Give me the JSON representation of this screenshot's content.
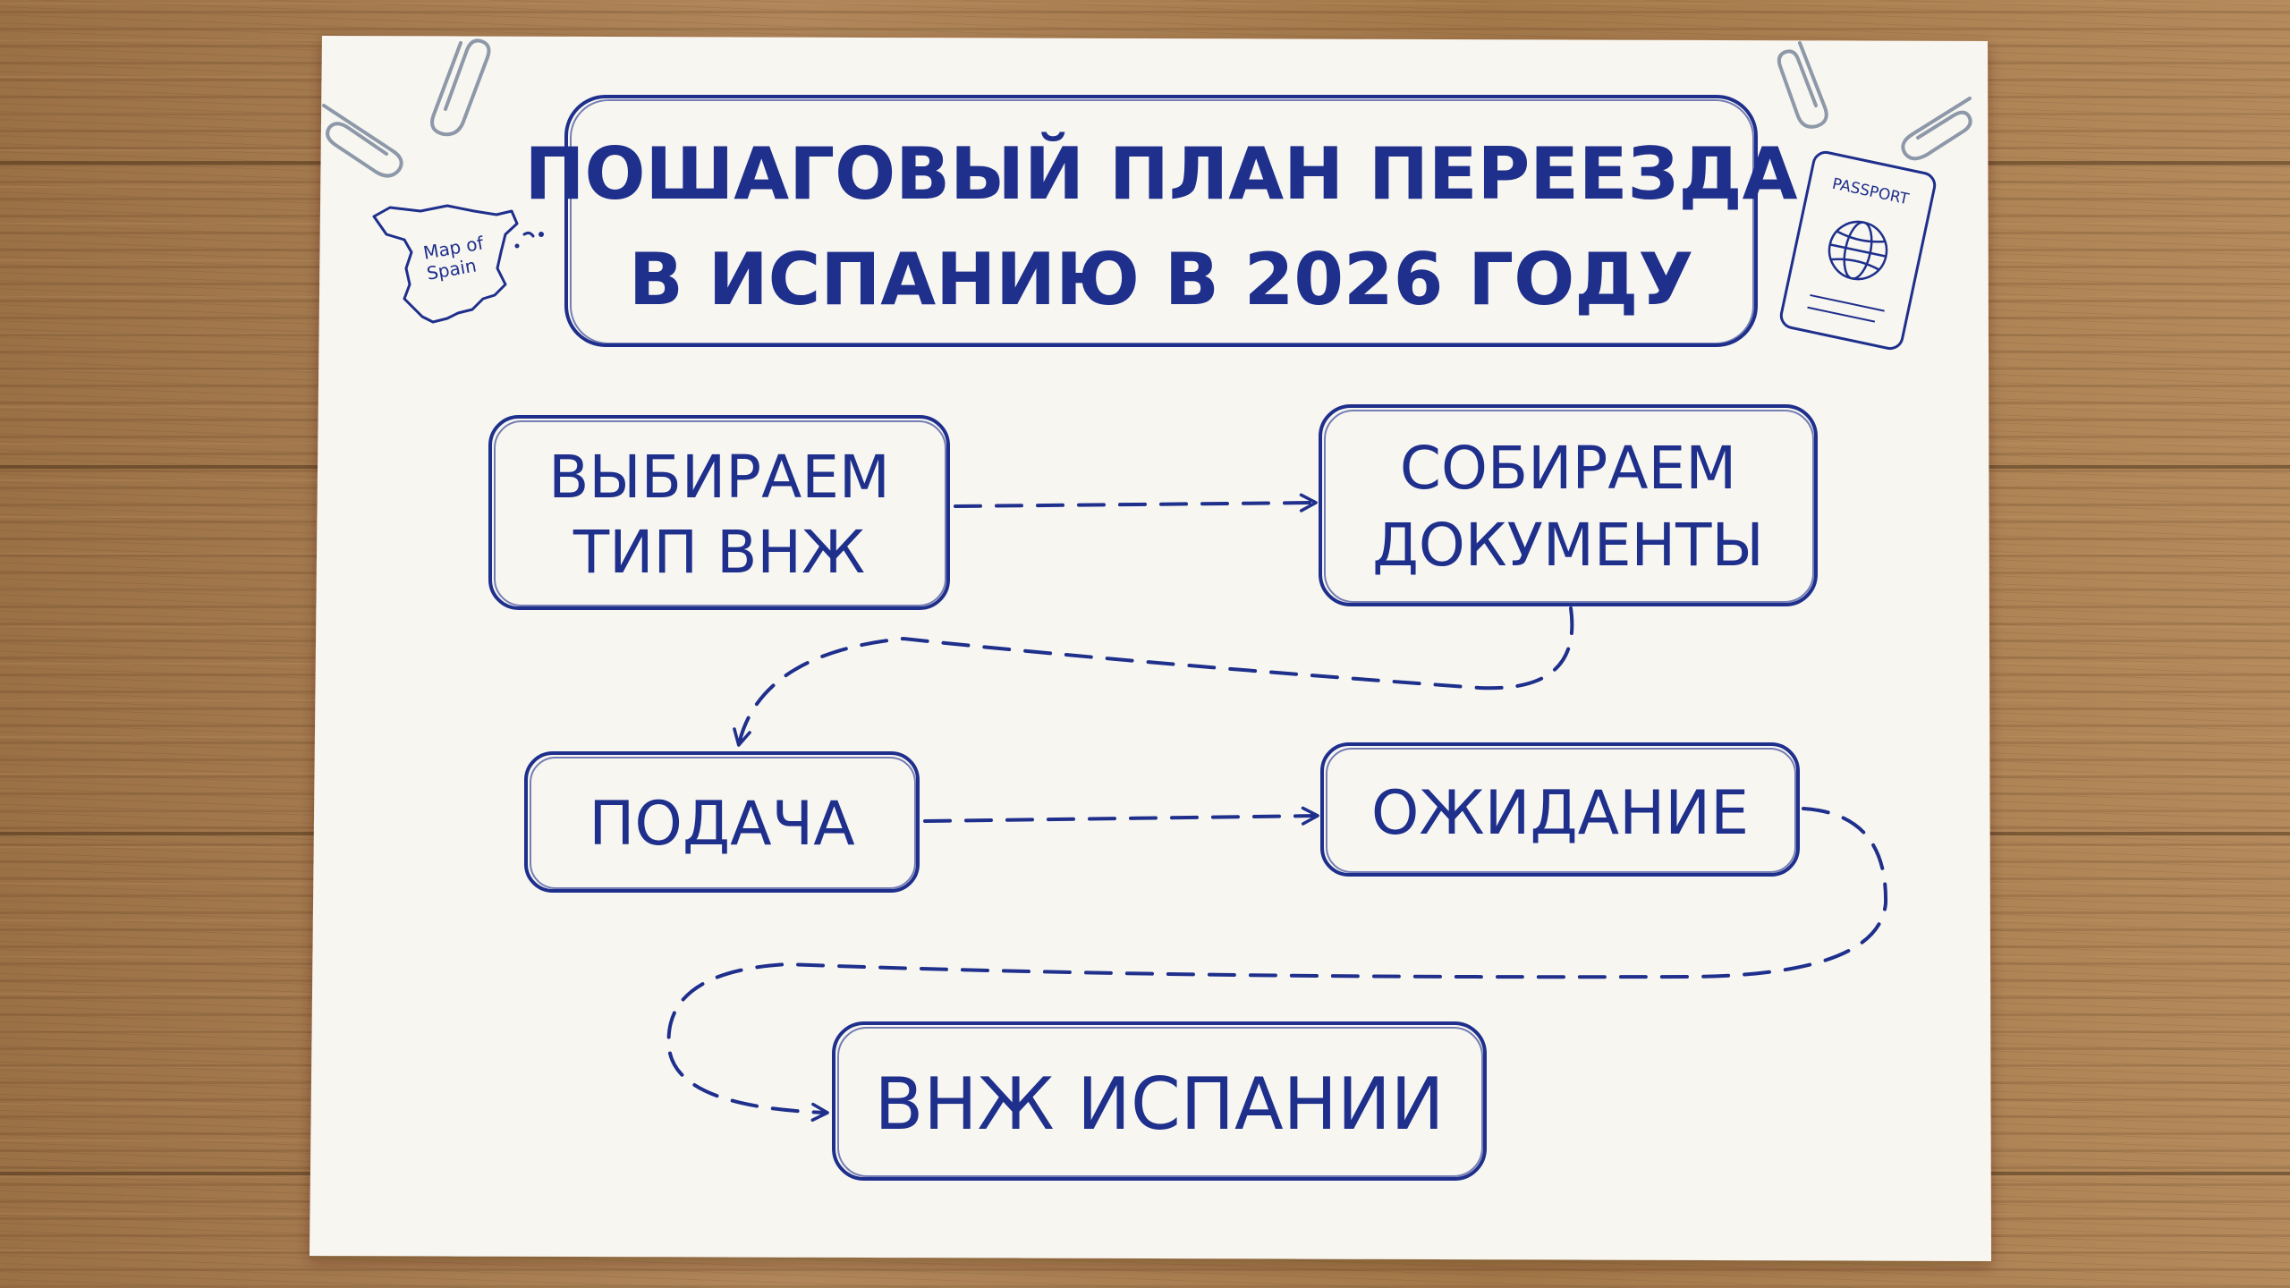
{
  "title": {
    "line1": "ПОШАГОВЫЙ ПЛАН ПЕРЕЕЗДА",
    "line2": "В ИСПАНИЮ В 2026 ГОДУ"
  },
  "map_sticker": {
    "line1": "Map of",
    "line2": "Spain"
  },
  "passport_sticker": {
    "label": "PASSPORT"
  },
  "steps": {
    "choose_type": {
      "line1": "ВЫБИРАЕМ",
      "line2": "ТИП ВНЖ"
    },
    "collect_docs": {
      "line1": "СОБИРАЕМ",
      "line2": "ДОКУМЕНТЫ"
    },
    "submit": {
      "line1": "ПОДАЧА"
    },
    "waiting": {
      "line1": "ОЖИДАНИЕ"
    },
    "residence": {
      "line1": "ВНЖ ИСПАНИИ"
    }
  },
  "colors": {
    "ink": "#1e2f8c",
    "paper": "#f8f6f1"
  },
  "icons": [
    "paperclip-icon",
    "map-of-spain-icon",
    "passport-icon",
    "globe-icon",
    "arrow-icon"
  ]
}
